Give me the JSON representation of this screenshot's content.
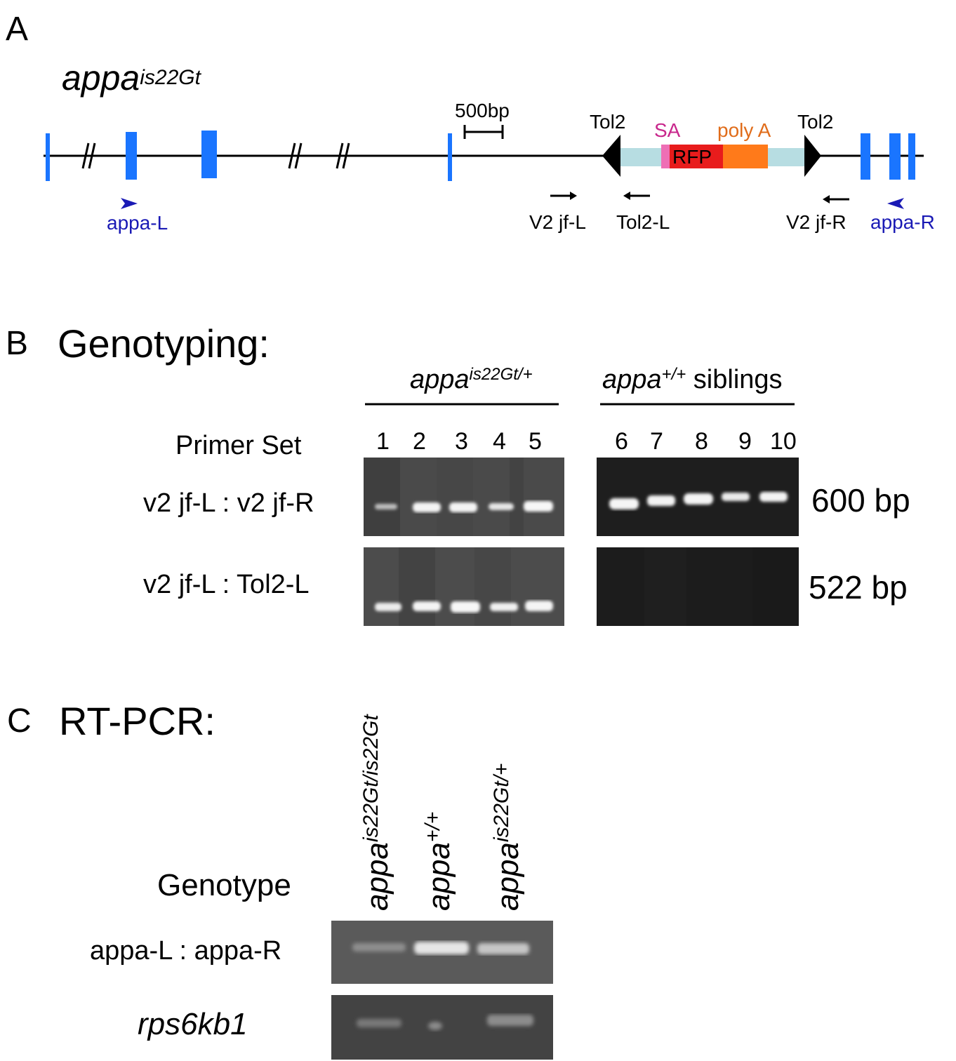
{
  "panel_a": {
    "letter": "A",
    "gene": {
      "base": "appa",
      "sup": "is22Gt"
    },
    "scale_bar_label": "500bp",
    "tol2_left": "Tol2",
    "tol2_right": "Tol2",
    "sa_label": "SA",
    "rfp_label": "RFP",
    "polya_label": "poly A",
    "primers": {
      "appa_l": "appa-L",
      "v2jf_l": "V2 jf-L",
      "tol2_l": "Tol2-L",
      "v2jf_r": "V2 jf-R",
      "appa_r": "appa-R"
    },
    "colors": {
      "exon": "#1a75ff",
      "primer_blue": "#1a1ab5",
      "sa": "#ee6fb5",
      "rfp": "#e81c1c",
      "polya": "#ff7a1a",
      "cassette": "#b7dde2",
      "sa_text": "#c8278c",
      "polya_text": "#e06c1a"
    }
  },
  "panel_b": {
    "letter": "B",
    "title": "Genotyping:",
    "group1": {
      "base": "appa",
      "sup": "is22Gt/+"
    },
    "group2": {
      "base": "appa",
      "sup": "+/+",
      "suffix": " siblings"
    },
    "primer_set_label": "Primer Set",
    "lanes": [
      "1",
      "2",
      "3",
      "4",
      "5",
      "6",
      "7",
      "8",
      "9",
      "10"
    ],
    "rows": [
      {
        "primers": "v2 jf-L : v2 jf-R",
        "size": "600 bp"
      },
      {
        "primers": "v2 jf-L : Tol2-L",
        "size": "522 bp"
      }
    ]
  },
  "panel_c": {
    "letter": "C",
    "title": "RT-PCR:",
    "genotype_label": "Genotype",
    "genotypes": [
      {
        "base": "appa",
        "sup": "is22Gt/is22Gt"
      },
      {
        "base": "appa",
        "sup": "+/+"
      },
      {
        "base": "appa",
        "sup": "is22Gt/+"
      }
    ],
    "rows": [
      {
        "primers": "appa-L : appa-R"
      },
      {
        "primers": "rps6kb1"
      }
    ]
  }
}
